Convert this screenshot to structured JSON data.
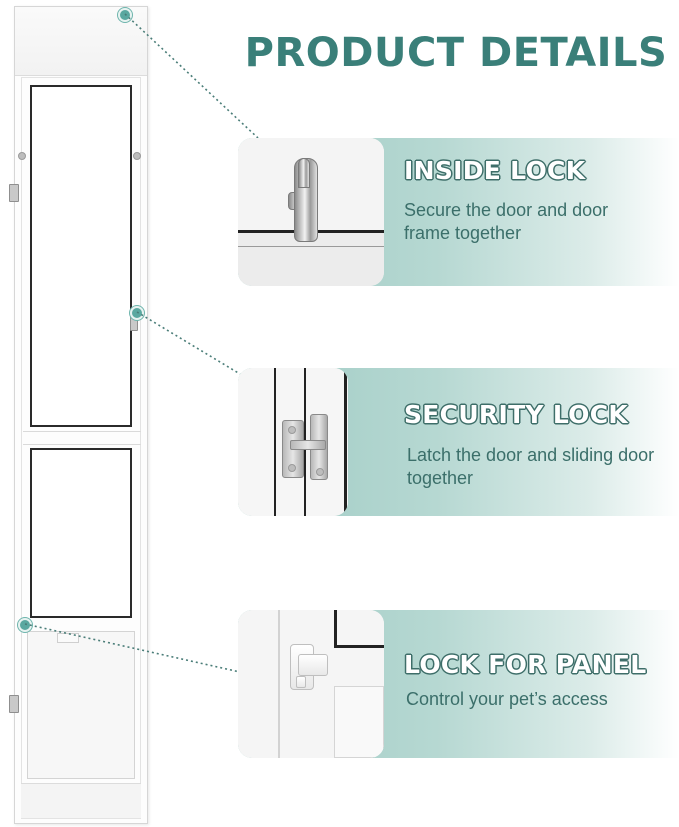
{
  "title": "PRODUCT DETAILS",
  "features": [
    {
      "title": "INSIDE LOCK",
      "description": "Secure the door and door frame together"
    },
    {
      "title": "SECURITY LOCK",
      "description": "Latch the door and sliding door together"
    },
    {
      "title": "LOCK FOR PANEL",
      "description": "Control your pet’s access"
    }
  ],
  "colors": {
    "accent": "#3a7f79",
    "card_gradient_start": "#9fcbc4",
    "card_gradient_end": "#ffffff",
    "marker": "#5aa8a0"
  }
}
